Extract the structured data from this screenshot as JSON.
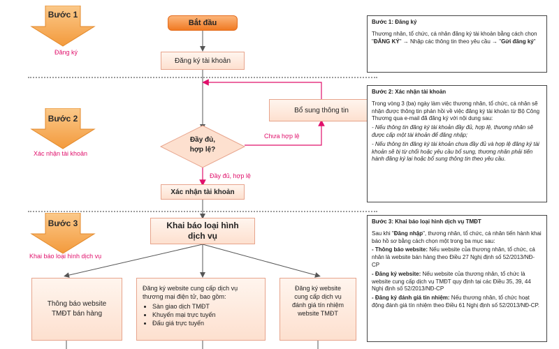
{
  "steps": [
    {
      "label": "Bước 1",
      "caption": "Đăng ký"
    },
    {
      "label": "Bước 2",
      "caption": "Xác nhận tài khoản"
    },
    {
      "label": "Bước 3",
      "caption": "Khai báo loại hình dịch vụ"
    }
  ],
  "flow": {
    "start": "Bắt đầu",
    "register": "Đăng ký tài khoản",
    "supplement": "Bổ sung thông tin",
    "decision_line1": "Đầy đủ,",
    "decision_line2": "hợp lệ?",
    "invalid_label": "Chưa hợp lệ",
    "valid_label": "Đầy đủ, hợp lệ",
    "confirm": "Xác nhận tài khoản",
    "declare_line1": "Khai báo loại hình",
    "declare_line2": "dịch vụ",
    "opt1": "Thông báo website TMĐT bán hàng",
    "opt2_title": "Đăng ký website cung cấp dịch vụ thương mại điện tử, bao gồm:",
    "opt2_items": [
      "Sàn giao dịch TMĐT",
      "Khuyến mại trực tuyến",
      "Đấu giá trực tuyến"
    ],
    "opt3": "Đăng ký website cung cấp dịch vụ đánh giá tín nhiệm website TMĐT"
  },
  "notes": {
    "n1": {
      "title": "Bước 1: Đăng ký",
      "p1_a": "Thương nhân, tổ chức, cá nhân đăng ký tài khoản bằng cách chọn \"",
      "p1_b": "ĐĂNG KÝ",
      "p1_c": "\" → Nhập các thông tin theo yêu cầu → \"",
      "p1_d": "Gửi đăng ký",
      "p1_e": "\""
    },
    "n2": {
      "title": "Bước 2: Xác nhận tài khoản",
      "p1": "Trong vòng 3 (ba) ngày làm việc thương nhân, tổ chức, cá nhân sẽ nhận được thông tin phản hồi về việc đăng ký tài khoản từ Bộ Công Thương qua e-mail đã đăng ký với nội dung sau:",
      "p2": "- Nếu thông tin đăng ký tài khoản đầy đủ, hợp lệ, thương nhân sẽ được cấp một tài khoản để đăng nhập;",
      "p3": "- Nếu thông tin đăng ký tài khoản chưa đầy đủ và hợp lệ đăng ký tài khoản sẽ bị từ chối hoặc yêu cầu bổ sung, thương nhân phải tiến hành đăng ký lại hoặc bổ sung thông tin theo yêu cầu."
    },
    "n3": {
      "title": "Bước 3: Khai báo loại hình dịch vụ TMĐT",
      "p1_a": "Sau khi \"",
      "p1_b": "Đăng nhập",
      "p1_c": "\", thương nhân, tổ chức, cá nhân tiến hành khai báo hồ sơ bằng cách chọn một trong ba mục sau:",
      "p2_b": "- Thông báo website:",
      "p2": " Nếu website của thương nhân, tổ chức, cá nhân là website bán hàng theo Điều 27 Nghị định số 52/2013/NĐ-CP",
      "p3_b": "- Đăng ký website:",
      "p3": " Nếu website của thương nhân, tổ chức là website cung cấp dịch vụ TMĐT quy định tại các Điều 35, 39, 44 Nghị định số 52/2013/NĐ-CP",
      "p4_b": "- Đăng ký đánh giá tín nhiệm:",
      "p4": " Nếu thương nhân, tổ chức hoạt động đánh giá tín nhiệm theo Điều 61 Nghị định số 52/2013/NĐ-CP."
    }
  },
  "colors": {
    "accent": "#f39a3c",
    "pink": "#e0106b",
    "box_border": "#e7a48c"
  }
}
